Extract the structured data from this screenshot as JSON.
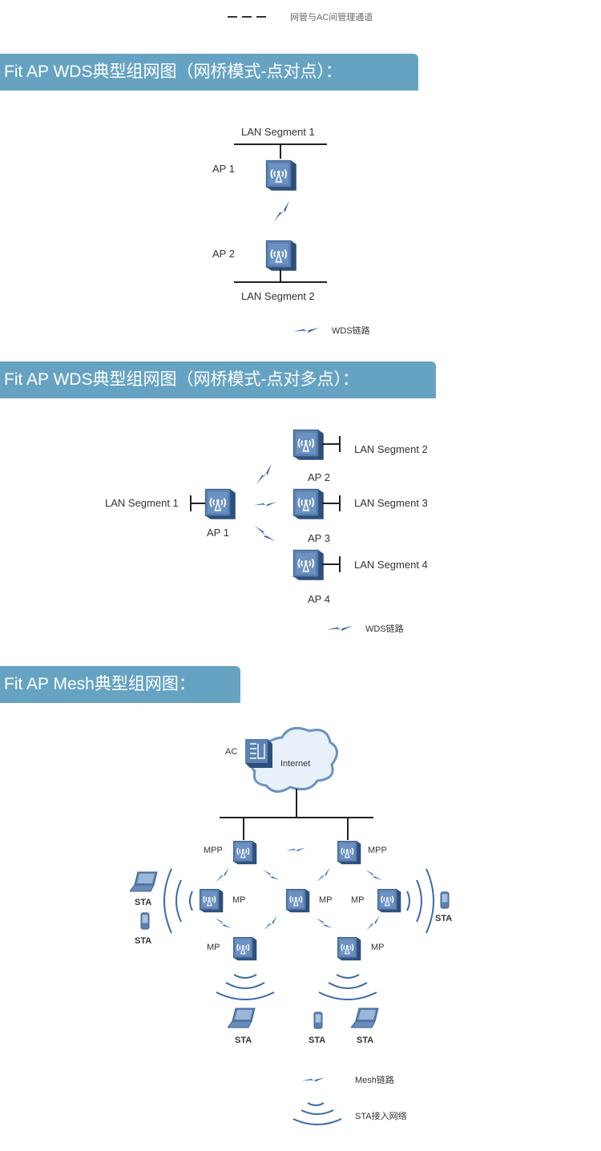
{
  "top_legend": {
    "line_style": "dashed",
    "label": "网管与AC间管理通道"
  },
  "sections": [
    {
      "title": "Fit AP WDS典型组网图（网桥模式-点对点）：",
      "diagram": {
        "segments": [
          "LAN Segment 1",
          "LAN Segment 2"
        ],
        "aps": [
          "AP 1",
          "AP 2"
        ],
        "links": [
          [
            "AP 1",
            "AP 2"
          ]
        ],
        "legend": {
          "icon": "wds-link-icon",
          "label": "WDS链路"
        }
      }
    },
    {
      "title": "Fit AP WDS典型组网图（网桥模式-点对多点）：",
      "diagram": {
        "segments": [
          "LAN Segment 1",
          "LAN Segment 2",
          "LAN Segment 3",
          "LAN Segment 4"
        ],
        "aps": [
          "AP 1",
          "AP 2",
          "AP 3",
          "AP 4"
        ],
        "links": [
          [
            "AP 1",
            "AP 2"
          ],
          [
            "AP 1",
            "AP 3"
          ],
          [
            "AP 1",
            "AP 4"
          ]
        ],
        "legend": {
          "icon": "wds-link-icon",
          "label": "WDS链路"
        }
      }
    },
    {
      "title": "Fit AP Mesh典型组网图：",
      "diagram": {
        "ac_label": "AC",
        "internet_label": "Internet",
        "mpp_labels": [
          "MPP",
          "MPP"
        ],
        "mp_labels": [
          "MP",
          "MP",
          "MP",
          "MP",
          "MP"
        ],
        "sta_labels": [
          "STA",
          "STA",
          "STA",
          "STA",
          "STA",
          "STA"
        ],
        "legend": [
          {
            "icon": "mesh-link-icon",
            "label": "Mesh链路"
          },
          {
            "icon": "sta-access-icon",
            "label": "STA接入网络"
          }
        ]
      }
    }
  ],
  "colors": {
    "banner": "#66a3c3",
    "ap_body": "#4a6f9e",
    "link": "#2f5fa8",
    "wave": "#3b6aa8"
  }
}
